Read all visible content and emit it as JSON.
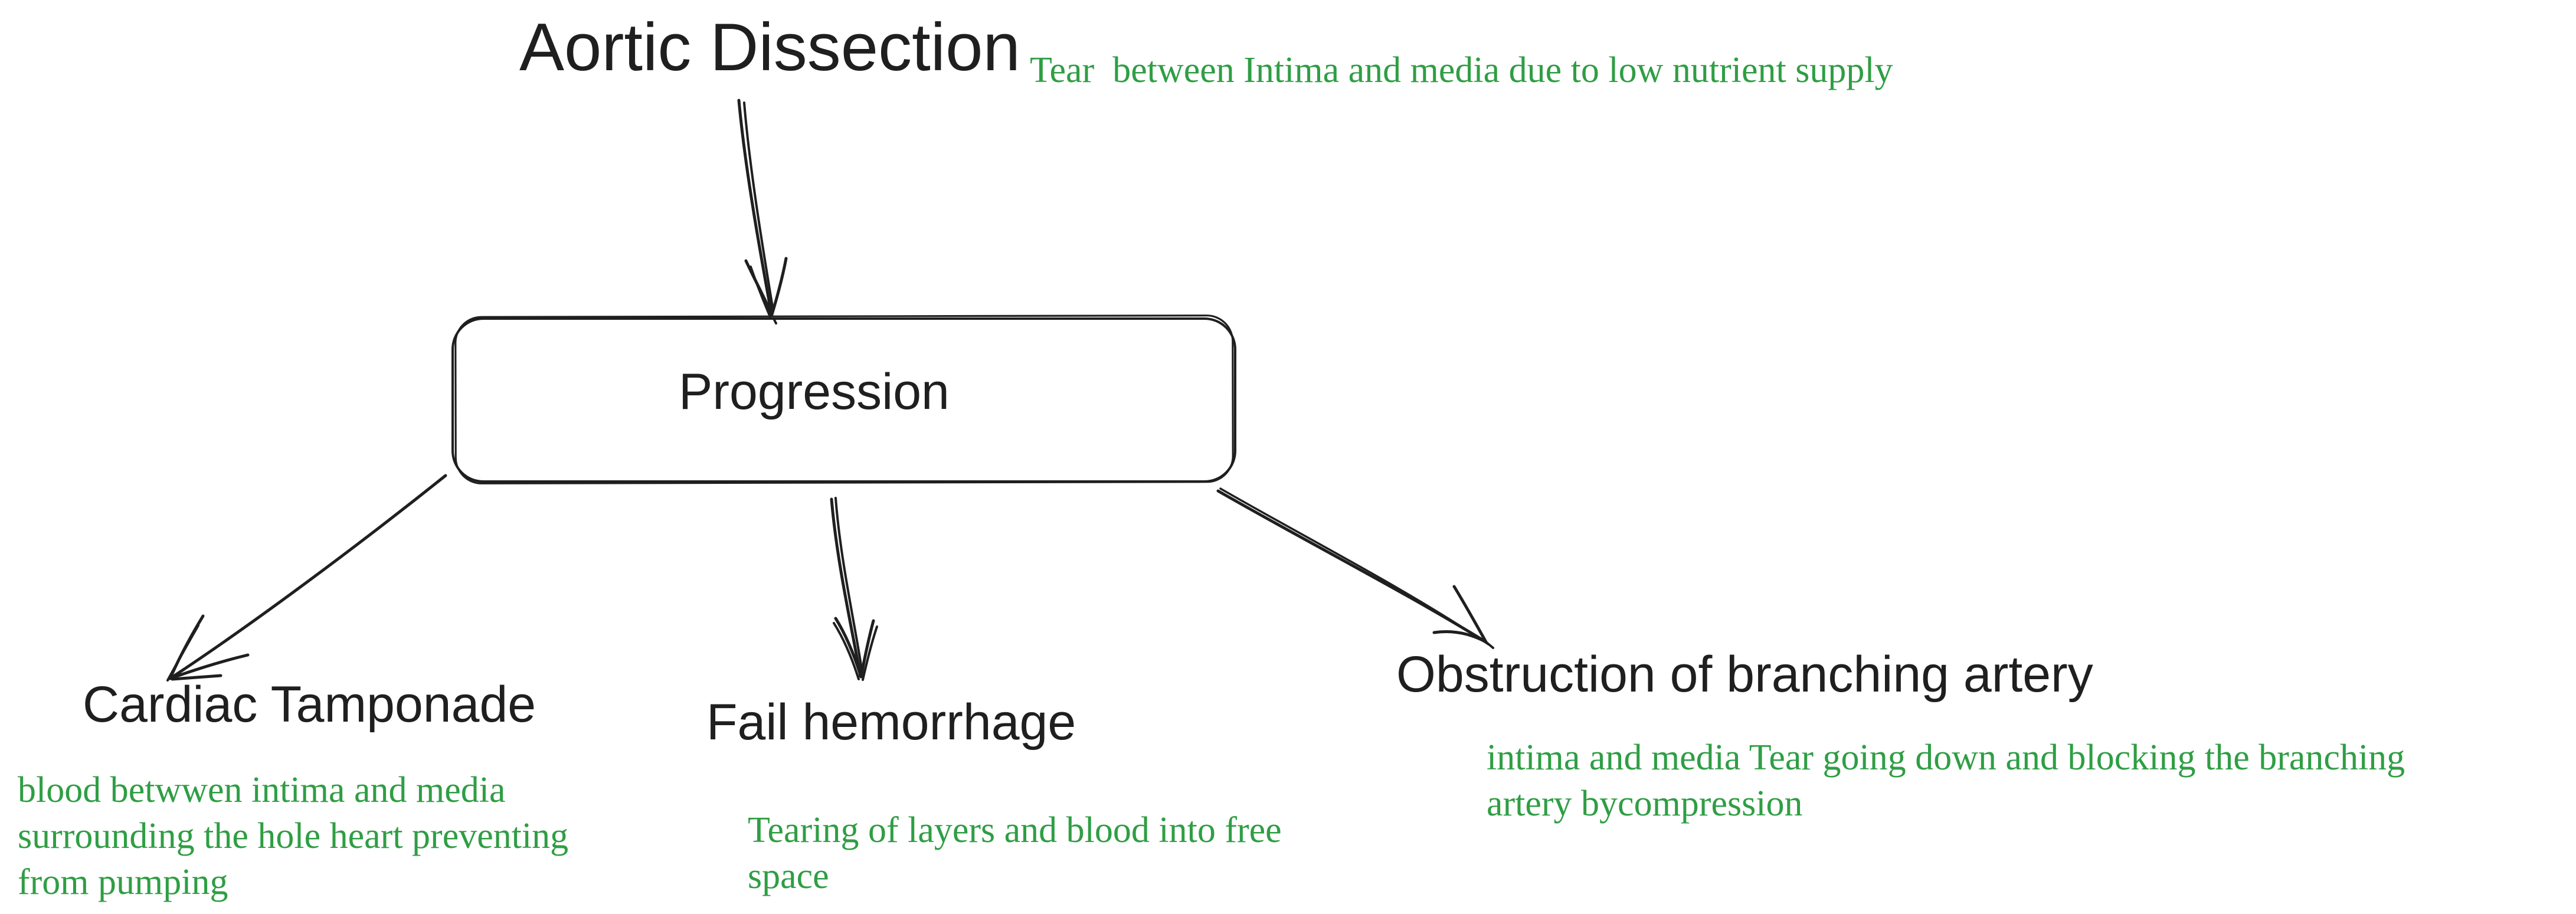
{
  "colors": {
    "background": "#ffffff",
    "ink": "#1f1f1f",
    "annotation_green": "#2f9e44"
  },
  "diagram": {
    "title": "Aortic Dissection",
    "title_note": "Tear  between Intima and media due to low nutrient supply",
    "progression": {
      "label": "Progression"
    },
    "branches": [
      {
        "label": "Cardiac Tamponade",
        "note": "blood betwwen intima and media\nsurrounding the hole heart preventing\nfrom pumping"
      },
      {
        "label": "Fail hemorrhage",
        "note": "Tearing of layers and blood into free\nspace"
      },
      {
        "label": "Obstruction of branching artery",
        "note": "intima and media Tear going down and blocking the branching\nartery bycompression"
      }
    ],
    "edges": [
      {
        "from": "Aortic Dissection",
        "to": "Progression"
      },
      {
        "from": "Progression",
        "to": "Cardiac Tamponade"
      },
      {
        "from": "Progression",
        "to": "Fail hemorrhage"
      },
      {
        "from": "Progression",
        "to": "Obstruction of branching artery"
      }
    ]
  }
}
